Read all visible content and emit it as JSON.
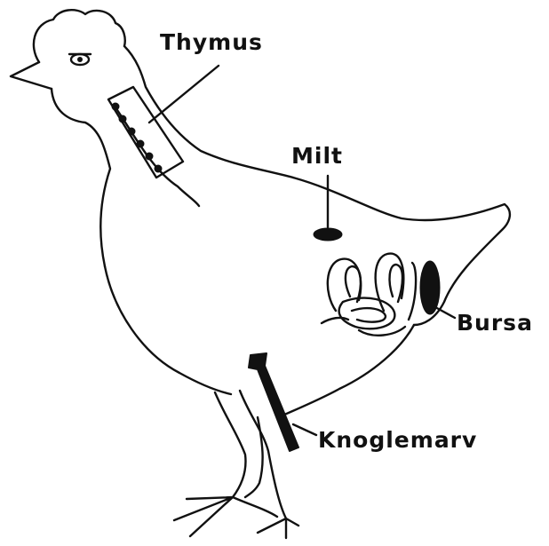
{
  "labels": {
    "thymus": "Thymus",
    "milt": "Milt",
    "bursa": "Bursa",
    "knoglemarv": "Knoglemarv"
  },
  "colors": {
    "ink": "#111111",
    "background": "#ffffff"
  }
}
